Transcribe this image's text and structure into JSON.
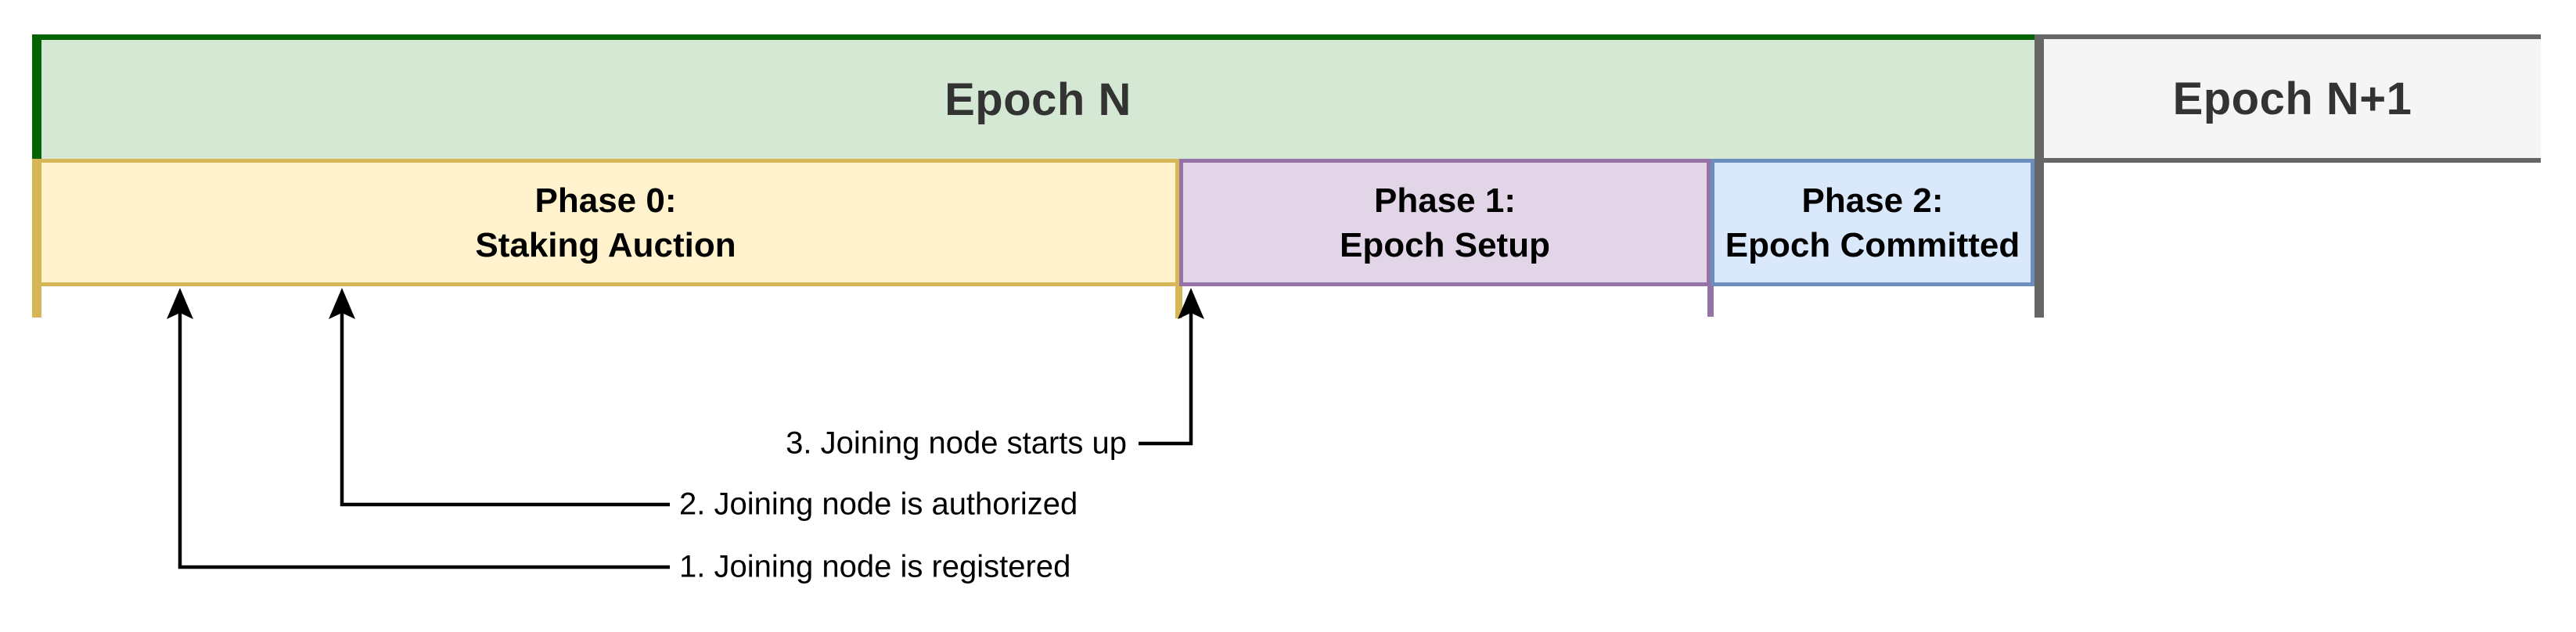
{
  "colors": {
    "green_fill": "#d5e8d4",
    "green_border": "#046404",
    "yellow_fill": "#fff2cc",
    "yellow_border": "#d6b656",
    "purple_fill": "#e1d5e7",
    "purple_border": "#9673a6",
    "blue_fill": "#dae8fc",
    "blue_border": "#6c8ebf",
    "gray_fill": "#f5f5f5",
    "gray_border": "#666666",
    "epoch_text": "#333333",
    "text": "#000000"
  },
  "timeline": {
    "epoch_n": {
      "label": "Epoch N"
    },
    "epoch_n_plus_1": {
      "label": "Epoch N+1"
    },
    "phases": [
      {
        "line1": "Phase 0:",
        "line2": "Staking Auction"
      },
      {
        "line1": "Phase 1:",
        "line2": "Epoch Setup"
      },
      {
        "line1": "Phase 2:",
        "line2": "Epoch Committed"
      }
    ]
  },
  "annotations": [
    {
      "label": "1. Joining node is registered"
    },
    {
      "label": "2. Joining node is authorized"
    },
    {
      "label": "3. Joining node starts up"
    }
  ]
}
